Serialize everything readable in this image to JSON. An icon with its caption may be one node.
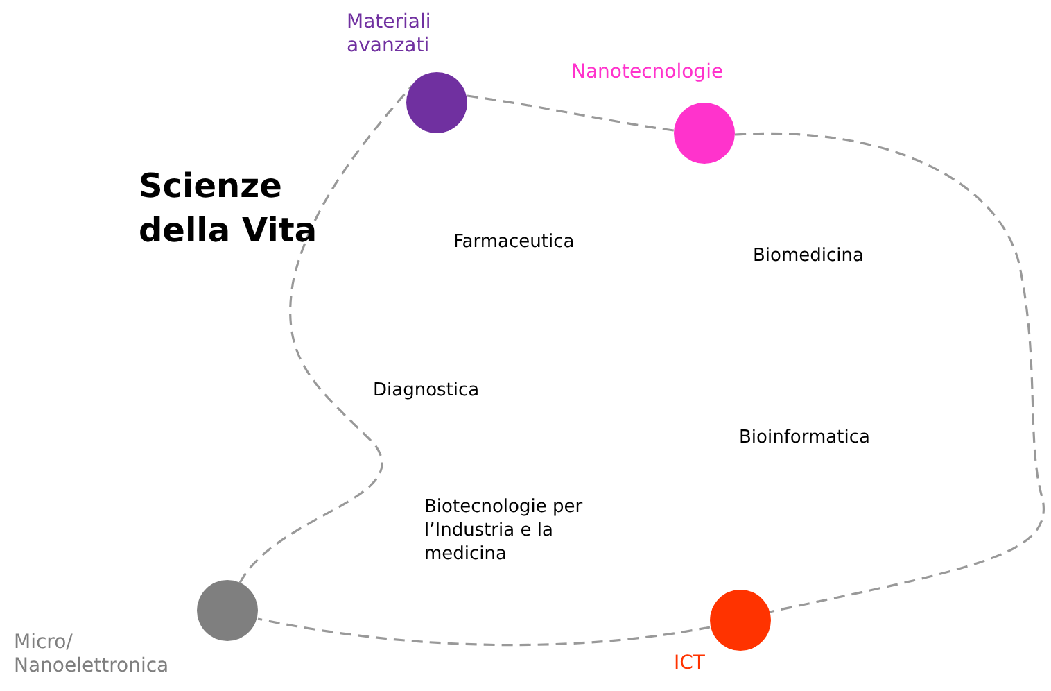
{
  "diagram": {
    "title": "Scienze della Vita",
    "nodes": [
      {
        "text": [],
        "shape": "circle",
        "beside": [
          "Materiali avanzati"
        ]
      },
      {
        "text": [],
        "shape": "circle",
        "beside": [
          "Nanotecnologie"
        ]
      },
      {
        "text": [],
        "shape": "circle",
        "beside": [
          "Micro/ Nanoelettronica"
        ]
      },
      {
        "text": [],
        "shape": "circle",
        "beside": [
          "ICT"
        ]
      }
    ],
    "edges": [
      {
        "from": 0,
        "to": 1,
        "arrow": "none",
        "style": "dashed"
      },
      {
        "from": 1,
        "to": 3,
        "arrow": "none",
        "style": "dashed"
      },
      {
        "from": 3,
        "to": 2,
        "arrow": "none",
        "style": "dashed"
      },
      {
        "from": 2,
        "to": 0,
        "arrow": "none",
        "style": "dashed"
      }
    ],
    "labels": [
      "Farmaceutica",
      "Biomedicina",
      "Diagnostica",
      "Bioinformatica",
      "Biotecnologie per l’Industria e la medicina"
    ]
  }
}
